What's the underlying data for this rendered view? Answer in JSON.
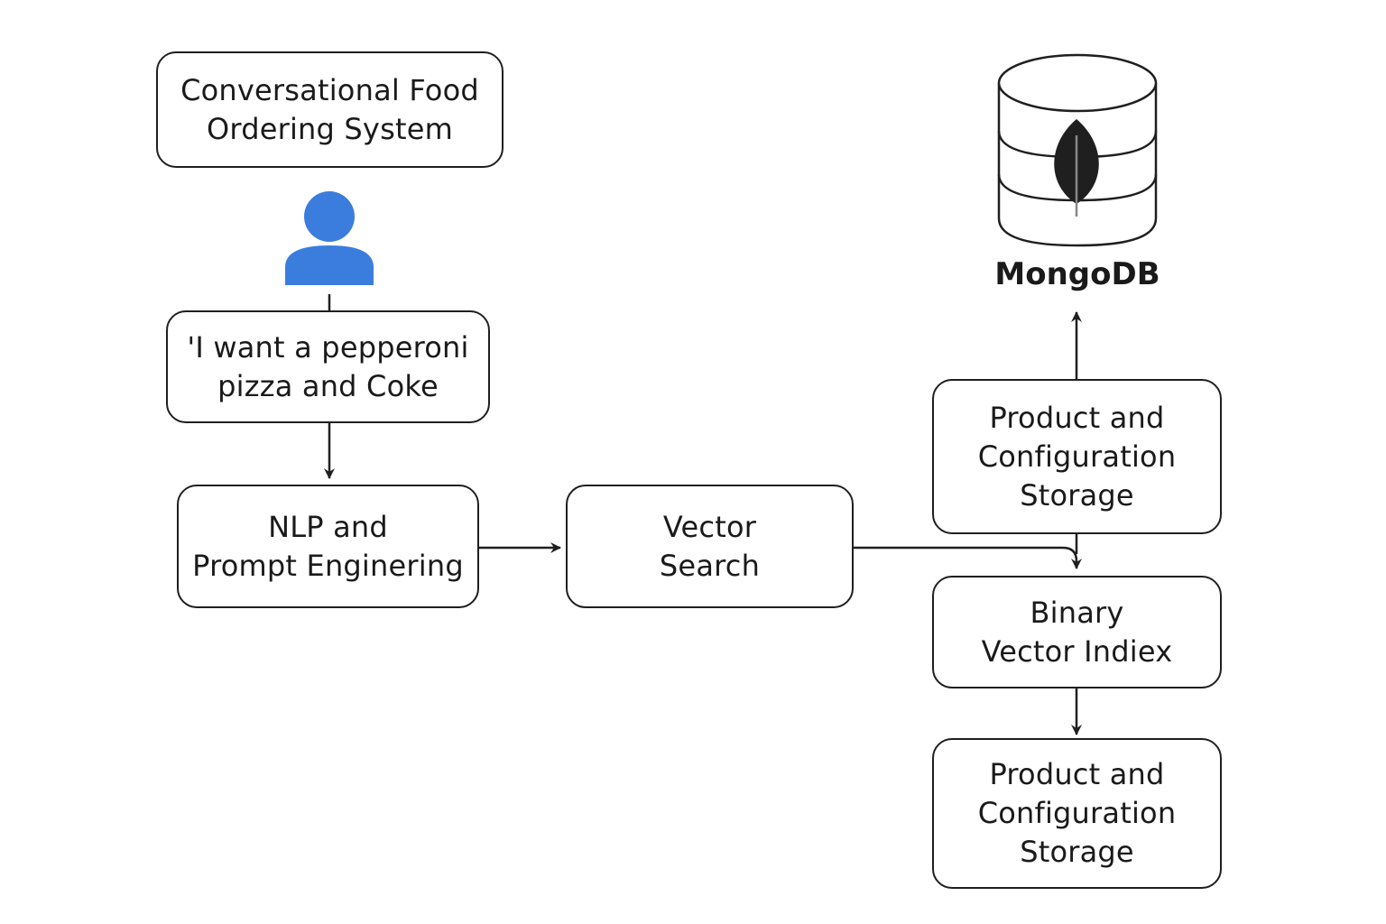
{
  "title_box": {
    "text": "Conversational Food\nOrdering System"
  },
  "user_query": {
    "text": "'I want a pepperoni\npizza and Coke"
  },
  "nlp": {
    "text": "NLP and\nPrompt Enginering"
  },
  "vector_search": {
    "text": "Vector\nSearch"
  },
  "storage_top": {
    "text": "Product and\nConfiguration\nStorage"
  },
  "binary_index": {
    "text": "Binary\nVector Indiex"
  },
  "storage_bottom": {
    "text": "Product and\nConfiguration\nStorage"
  },
  "database": {
    "label": "MongoDB",
    "icon": "mongodb-database-icon"
  },
  "user": {
    "icon": "user-icon",
    "color": "#3b7ddd"
  },
  "colors": {
    "line": "#1f1f1f",
    "user": "#3b7ddd",
    "leaf": "#1f1f1f"
  }
}
